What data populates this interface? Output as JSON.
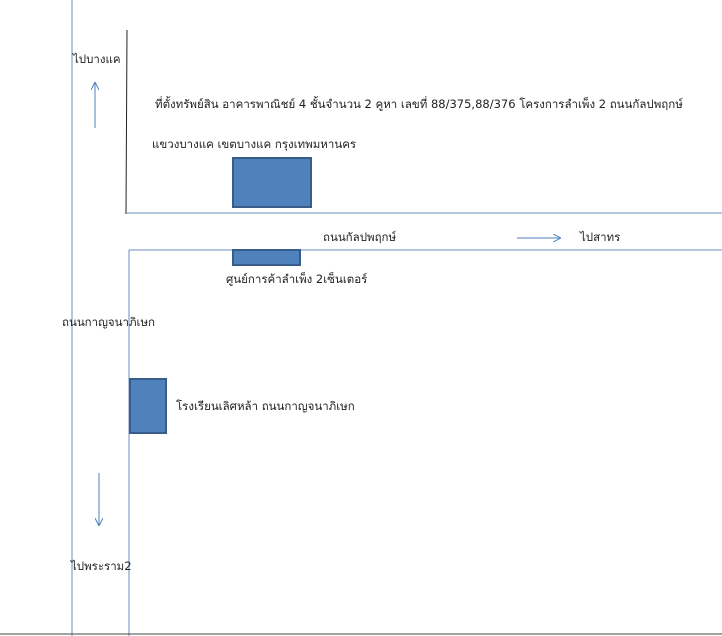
{
  "labels": {
    "to_bang_khae": "ไปบางแค",
    "property_line1": "ที่ตั้งทรัพย์สิน อาคารพาณิชย์ 4 ชั้นจำนวน 2 คูหา เลขที่ 88/375,88/376  โครงการลำเพ็ง 2 ถนนกัลปพฤกษ์",
    "property_line2": "แขวงบางแค  เขตบางแค   กรุงเทพมหานคร",
    "kanlapaphruek_road": "ถนนกัลปพฤกษ์",
    "to_sathorn": "ไปสาทร",
    "lamphueng_center": "ศูนย์การค้าลำเพ็ง 2เซ็นเตอร์",
    "kanchanaphisek_road": "ถนนกาญจนาภิเษก",
    "school": "โรงเรียนเลิศหล้า ถนนกาญจนาภิเษก",
    "to_phra_ram2": "ไปพระราม2"
  },
  "colors": {
    "box_fill": "#4f81bd",
    "box_stroke": "#385d8a",
    "road": "#6c8ebf"
  }
}
